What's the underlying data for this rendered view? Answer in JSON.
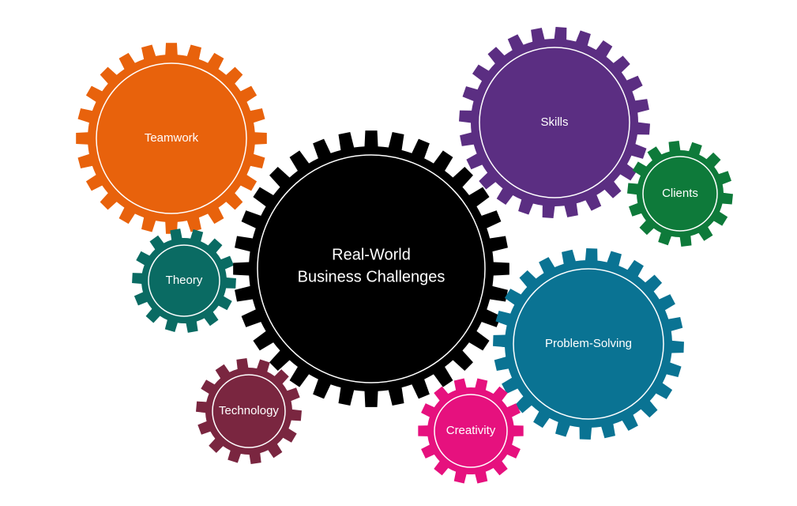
{
  "diagram": {
    "gears": [
      {
        "id": "teamwork",
        "label": "Teamwork",
        "color": "#E8620C"
      },
      {
        "id": "skills",
        "label": "Skills",
        "color": "#5B2E82"
      },
      {
        "id": "clients",
        "label": "Clients",
        "color": "#0E7A3A"
      },
      {
        "id": "theory",
        "label": "Theory",
        "color": "#0A6B63"
      },
      {
        "id": "center",
        "label_line1": "Real-World",
        "label_line2": "Business Challenges",
        "color": "#000000"
      },
      {
        "id": "problem-solving",
        "label": "Problem-Solving",
        "color": "#0A7393"
      },
      {
        "id": "technology",
        "label": "Technology",
        "color": "#7A2640"
      },
      {
        "id": "creativity",
        "label": "Creativity",
        "color": "#E6117E"
      }
    ]
  }
}
